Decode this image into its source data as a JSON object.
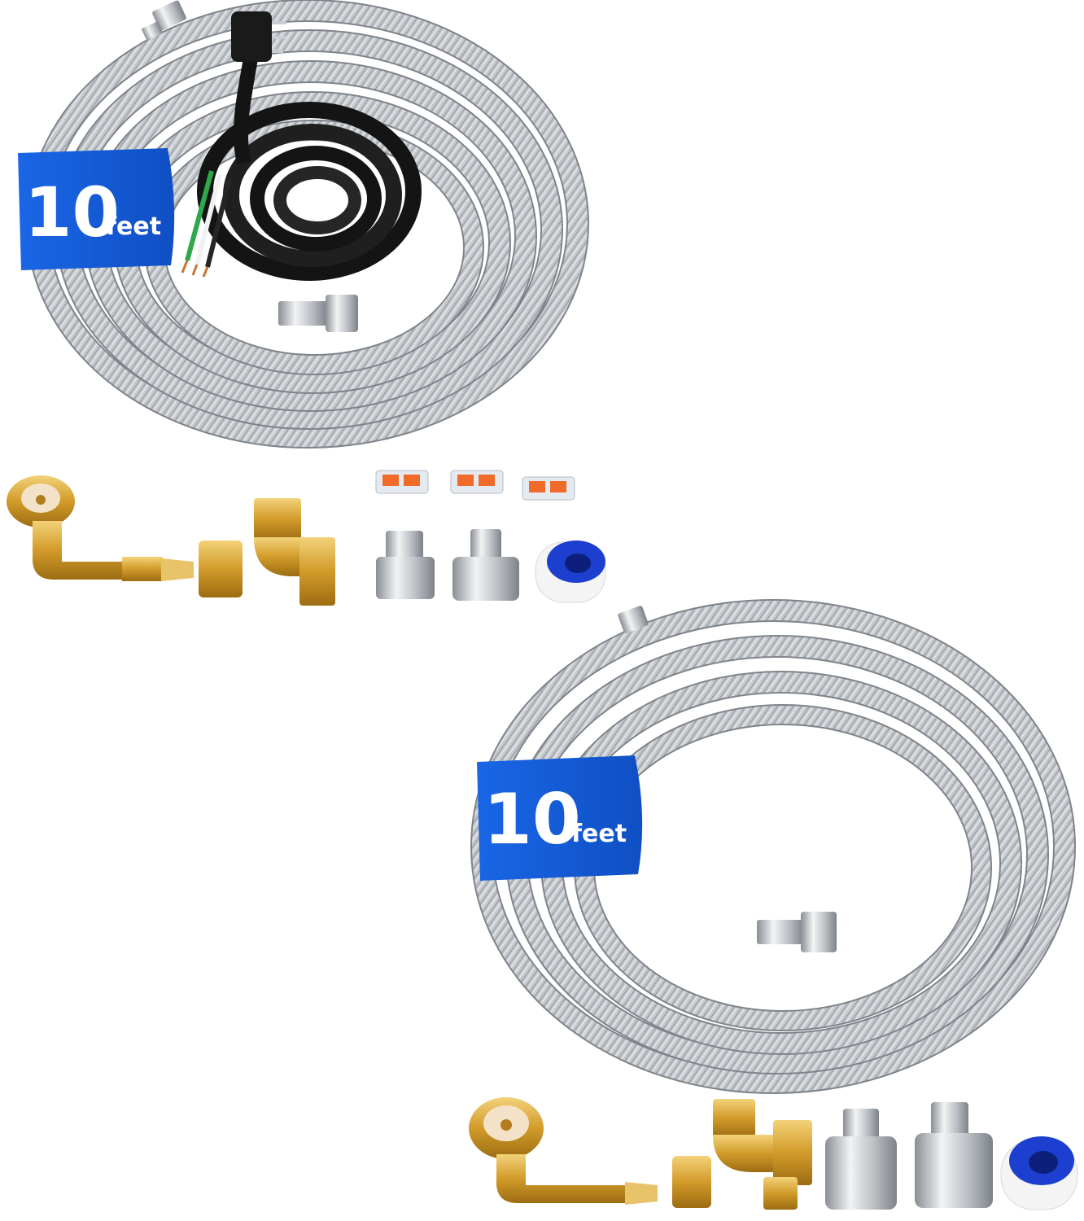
{
  "kit_top": {
    "badge": {
      "number": "10",
      "unit": "feet"
    }
  },
  "kit_bottom": {
    "badge": {
      "number": "10",
      "unit": "feet"
    }
  },
  "colors": {
    "badge_blue": "#1565e0",
    "hose_steel": "#b9bdc2",
    "brass": "#d8a634",
    "cord_black": "#141414",
    "tape_blue": "#1c3fd0"
  }
}
